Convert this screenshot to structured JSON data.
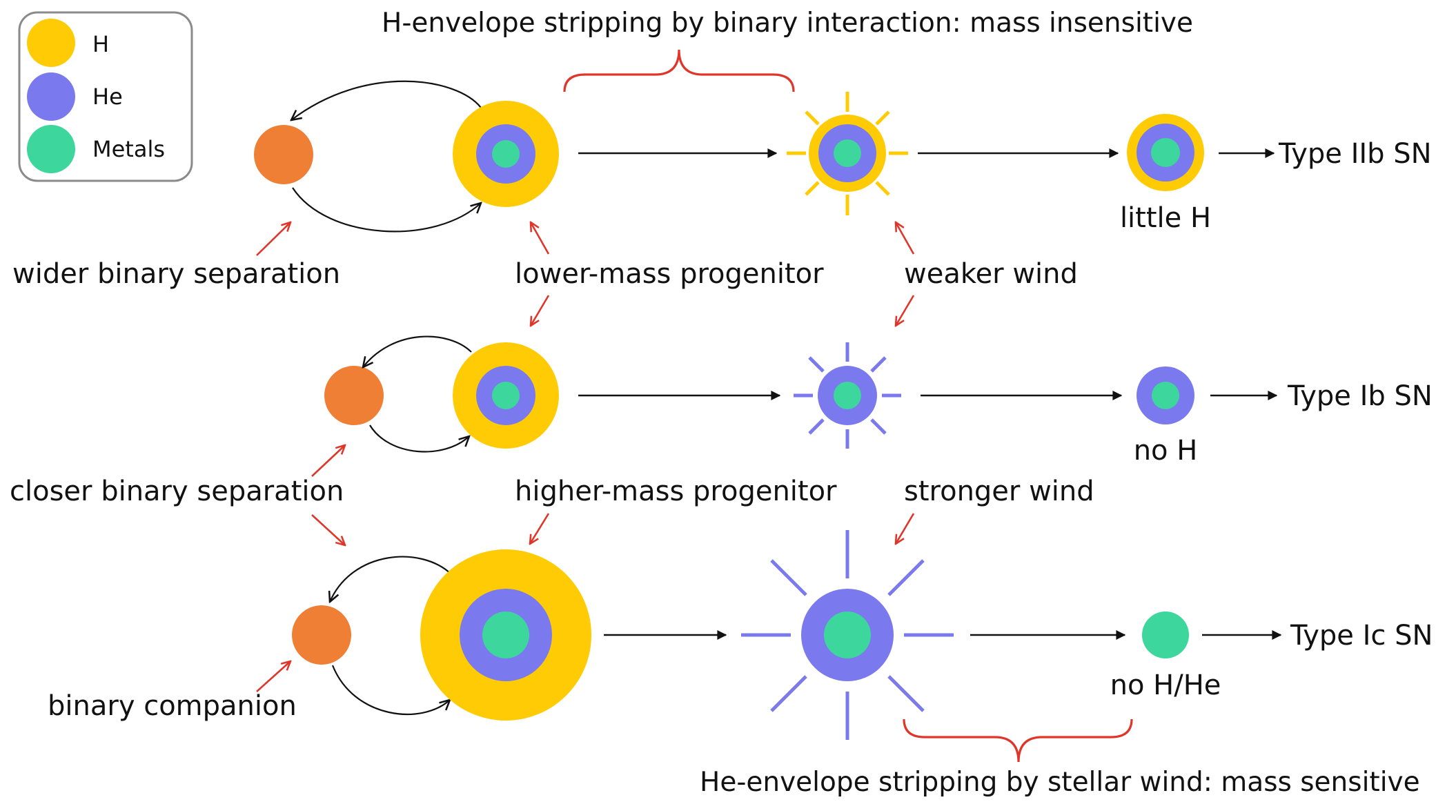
{
  "legend": {
    "items": [
      {
        "label": "H",
        "color": "#FFCB05",
        "icon": "hydrogen-layer-swatch"
      },
      {
        "label": "He",
        "color": "#7A7AEE",
        "icon": "helium-layer-swatch"
      },
      {
        "label": "Metals",
        "color": "#3DD69C",
        "icon": "metals-core-swatch"
      }
    ]
  },
  "colors": {
    "hydrogen": "#FFCB05",
    "helium": "#7A7AEE",
    "metals": "#3DD69C",
    "companion": "#EE7F35",
    "annotation_arrow": "#E0362A",
    "bracket": "#E0362A"
  },
  "titles": {
    "top": "H-envelope stripping by binary interaction: mass insensitive",
    "bottom": "He-envelope stripping by stellar wind: mass sensitive"
  },
  "annotations": {
    "wider_separation": "wider binary separation",
    "closer_separation": "closer binary separation",
    "binary_companion": "binary companion",
    "lower_mass": "lower-mass progenitor",
    "higher_mass": "higher-mass progenitor",
    "weaker_wind": "weaker wind",
    "stronger_wind": "stronger wind"
  },
  "outcomes": {
    "row1": {
      "state": "little H",
      "sn": "Type IIb SN"
    },
    "row2": {
      "state": "no H",
      "sn": "Type Ib SN"
    },
    "row3": {
      "state": "no H/He",
      "sn": "Type Ic SN"
    }
  }
}
